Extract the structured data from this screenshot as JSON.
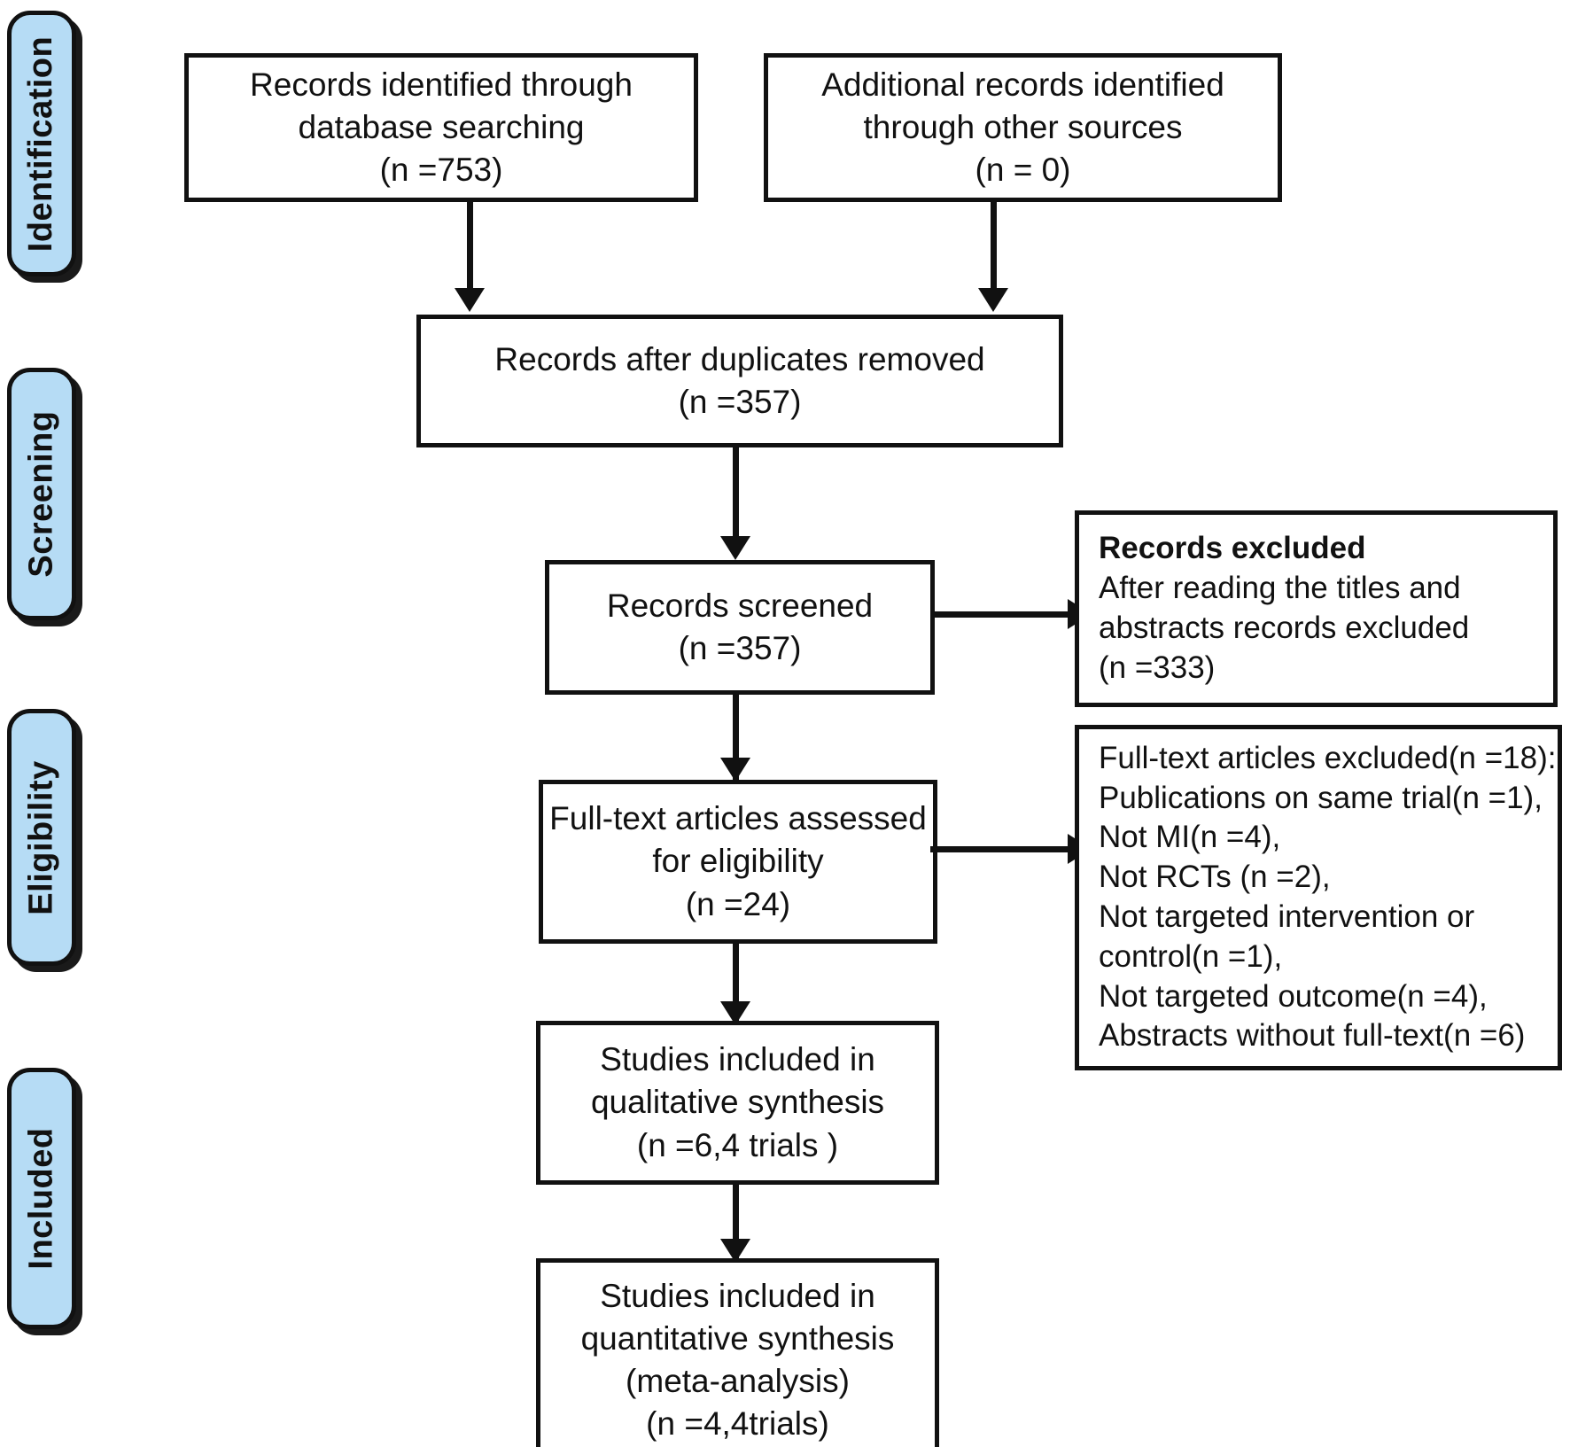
{
  "diagram": {
    "title": "PRISMA study selection flow diagram",
    "accent_color": "#b6dcf5",
    "line_color": "#111111",
    "box_fill": "#ffffff"
  },
  "stages": [
    {
      "id": "identification",
      "label": "Identification"
    },
    {
      "id": "screening",
      "label": "Screening"
    },
    {
      "id": "eligibility",
      "label": "Eligibility"
    },
    {
      "id": "included",
      "label": "Included"
    }
  ],
  "boxes": {
    "database_searching": {
      "lines": [
        "Records identified through",
        "database searching",
        "(n =753)"
      ]
    },
    "other_sources": {
      "lines": [
        "Additional records identified",
        "through other sources",
        "(n = 0)"
      ]
    },
    "duplicates_removed": {
      "lines": [
        "Records after duplicates removed",
        "(n =357)"
      ]
    },
    "records_screened": {
      "lines": [
        "Records screened",
        "(n =357)"
      ]
    },
    "records_excluded": {
      "heading": "Records excluded",
      "lines": [
        "After reading the titles and",
        "abstracts records excluded",
        " (n =333)"
      ]
    },
    "fulltext_assessed": {
      "lines": [
        "Full-text articles assessed",
        "for eligibility",
        "(n =24)"
      ]
    },
    "fulltext_excluded": {
      "heading": "Full-text articles excluded",
      "heading_suffix": "(n =18):",
      "lines": [
        "Publications on same trial(n =1),",
        "Not MI(n =4),",
        "Not RCTs (n =2),",
        "Not targeted intervention or",
        "control(n =1),",
        "Not targeted outcome(n =4),",
        "Abstracts without full-text(n =6)"
      ]
    },
    "qualitative_synthesis": {
      "lines": [
        "Studies included in",
        "qualitative synthesis",
        "(n =6,4 trials )"
      ]
    },
    "quantitative_synthesis": {
      "lines": [
        "Studies included in",
        "quantitative synthesis",
        "(meta-analysis)",
        "(n =4,4trials)"
      ]
    }
  }
}
